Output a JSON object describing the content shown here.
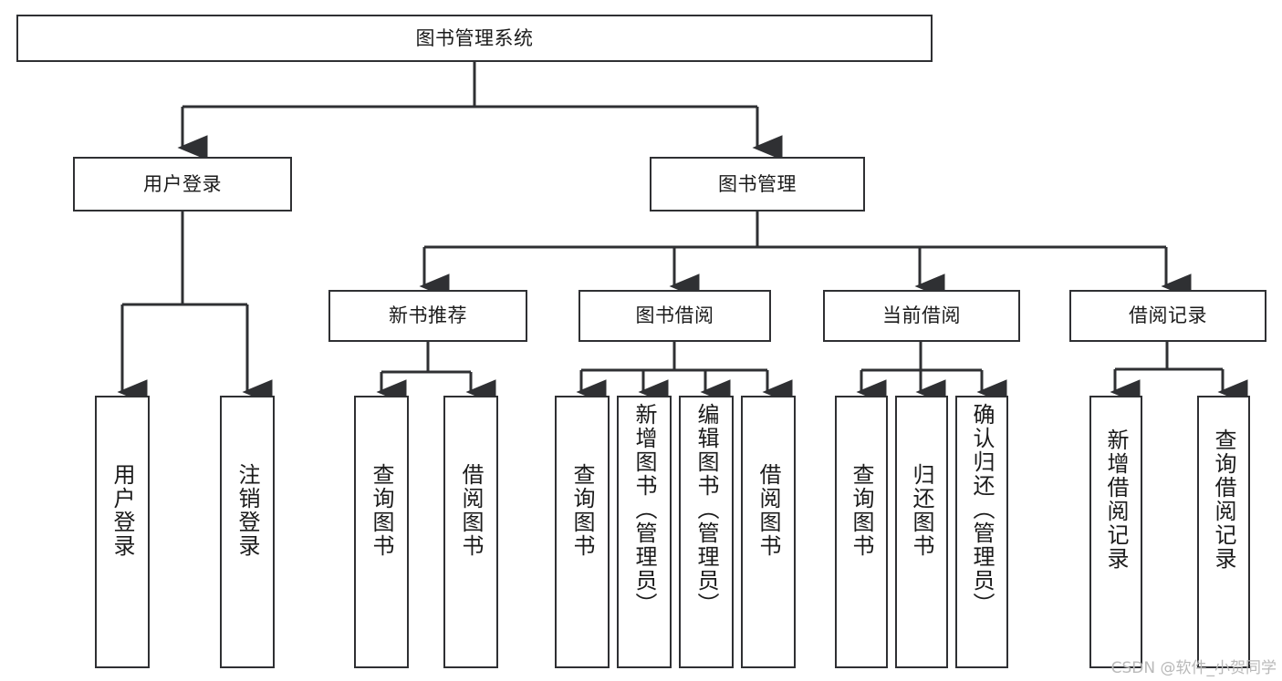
{
  "diagram": {
    "title": "图书管理系统",
    "type": "tree",
    "stroke_color": "#2f3033",
    "fill_color": "#ffffff",
    "text_color": "#1b1b1b"
  },
  "root": {
    "label": "图书管理系统"
  },
  "level1": [
    {
      "label": "用户登录"
    },
    {
      "label": "图书管理"
    }
  ],
  "level2": [
    {
      "label": "新书推荐"
    },
    {
      "label": "图书借阅"
    },
    {
      "label": "当前借阅"
    },
    {
      "label": "借阅记录"
    }
  ],
  "leaves": {
    "user_login": [
      {
        "label": "用户登录"
      },
      {
        "label": "注销登录"
      }
    ],
    "new_book": [
      {
        "label": "查询图书"
      },
      {
        "label": "借阅图书"
      }
    ],
    "borrow_book": [
      {
        "label": "查询图书"
      },
      {
        "label": "新增图书（管理员）"
      },
      {
        "label": "编辑图书（管理员）"
      },
      {
        "label": "借阅图书"
      }
    ],
    "current_borrow": [
      {
        "label": "查询图书"
      },
      {
        "label": "归还图书"
      },
      {
        "label": "确认归还（管理员）"
      }
    ],
    "borrow_record": [
      {
        "label": "新增借阅记录"
      },
      {
        "label": "查询借阅记录"
      }
    ]
  },
  "watermark": {
    "text": "CSDN @软件_小贺同学"
  }
}
